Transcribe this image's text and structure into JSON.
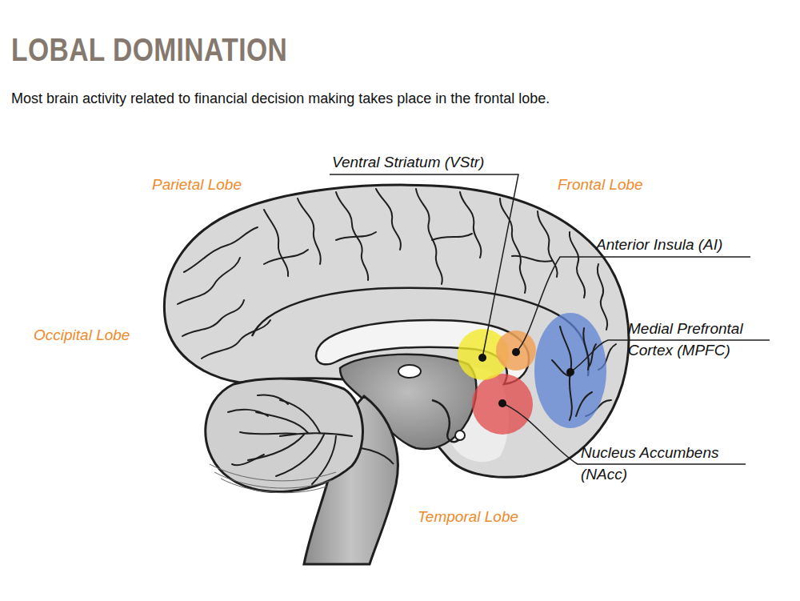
{
  "diagram": {
    "title": "LOBAL DOMINATION",
    "caption": "Most brain activity related to financial decision making takes place in the frontal lobe.",
    "labels": [
      "Parietal Lobe",
      "Ventral Striatum (VStr)",
      "Frontal Lobe",
      "Anterior Insula (AI)",
      "Occipital Lobe",
      "Medial Prefrontal Cortex (MPFC)",
      "Nucleus Accumbens (NAcc)",
      "Temporal Lobe"
    ]
  }
}
